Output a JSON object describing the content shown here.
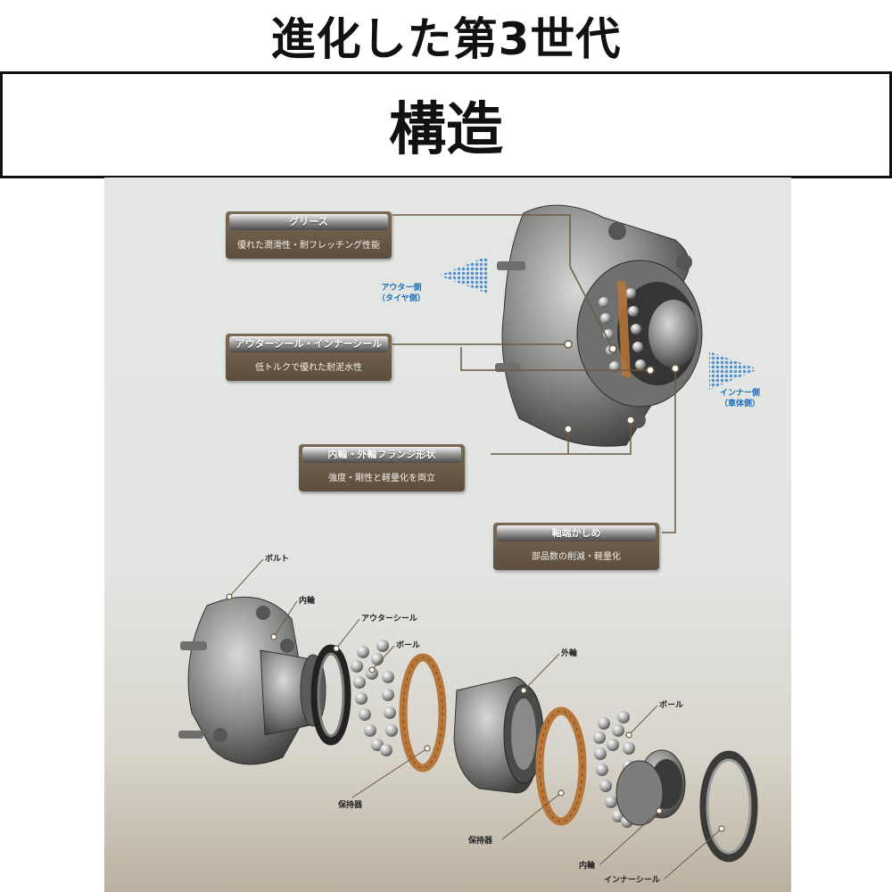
{
  "header": {
    "headline": "進化した第3世代",
    "title": "構造"
  },
  "callouts": [
    {
      "title": "グリース",
      "desc": "優れた潤滑性・耐フレッチング性能"
    },
    {
      "title": "アウターシール・インナーシール",
      "desc": "低トルクで優れた耐泥水性"
    },
    {
      "title": "内輪・外輪フランジ形状",
      "desc": "強度・剛性と軽量化を両立"
    },
    {
      "title": "軸端かしめ",
      "desc": "部品数の削減・軽量化"
    }
  ],
  "sides": {
    "outer": {
      "line1": "アウター側",
      "line2": "（タイヤ側）"
    },
    "inner": {
      "line1": "インナー側",
      "line2": "（車体側）"
    }
  },
  "parts": [
    "ボルト",
    "内輪",
    "アウターシール",
    "ボール",
    "外輪",
    "ボール",
    "保持器",
    "保持器",
    "内輪",
    "インナーシール"
  ],
  "colors": {
    "callout_bg": "#5d4e3d",
    "side_label": "#1c6fb8",
    "metal": "#8a8a88",
    "cage": "#b7773a",
    "leader_line": "#6b5a44"
  }
}
